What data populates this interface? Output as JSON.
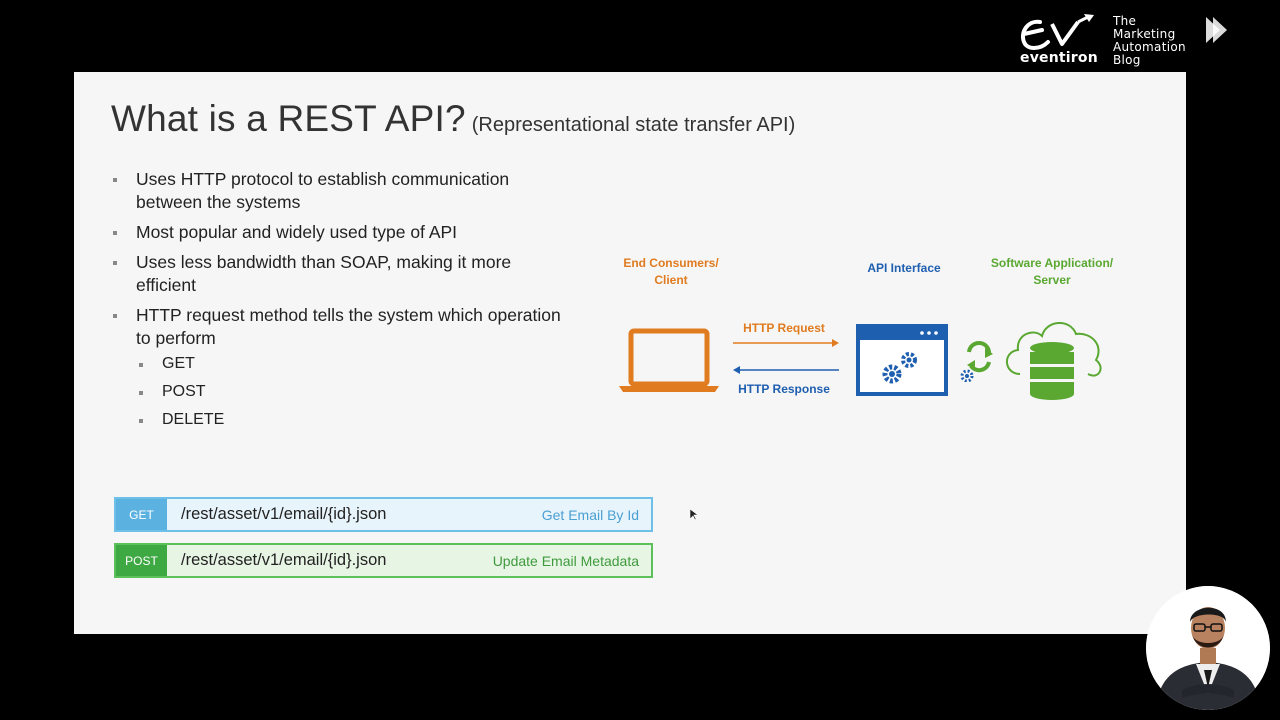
{
  "brand": {
    "word": "eventiron",
    "tagline": [
      "The",
      "Marketing",
      "Automation",
      "Blog"
    ]
  },
  "slide": {
    "title": "What is a REST API?",
    "subtitle": "(Representational state transfer API)",
    "bullets": [
      "Uses HTTP protocol to establish communication between the systems",
      "Most popular and widely used type of API",
      "Uses less bandwidth than SOAP, making it more efficient",
      "HTTP request method tells the system which operation to perform"
    ],
    "methods": [
      "GET",
      "POST",
      "DELETE"
    ],
    "diagram": {
      "client_label_1": "End Consumers/",
      "client_label_2": "Client",
      "api_label": "API Interface",
      "server_label_1": "Software Application/",
      "server_label_2": "Server",
      "request_label": "HTTP Request",
      "response_label": "HTTP Response"
    },
    "endpoints": [
      {
        "method": "GET",
        "path": "/rest/asset/v1/email/{id}.json",
        "description": "Get Email By Id"
      },
      {
        "method": "POST",
        "path": "/rest/asset/v1/email/{id}.json",
        "description": "Update Email Metadata"
      }
    ]
  },
  "colors": {
    "orange": "#e07b1f",
    "blue": "#1f5fb0",
    "green": "#5aa832",
    "get": "#5bb1e0",
    "post": "#3ea843"
  }
}
